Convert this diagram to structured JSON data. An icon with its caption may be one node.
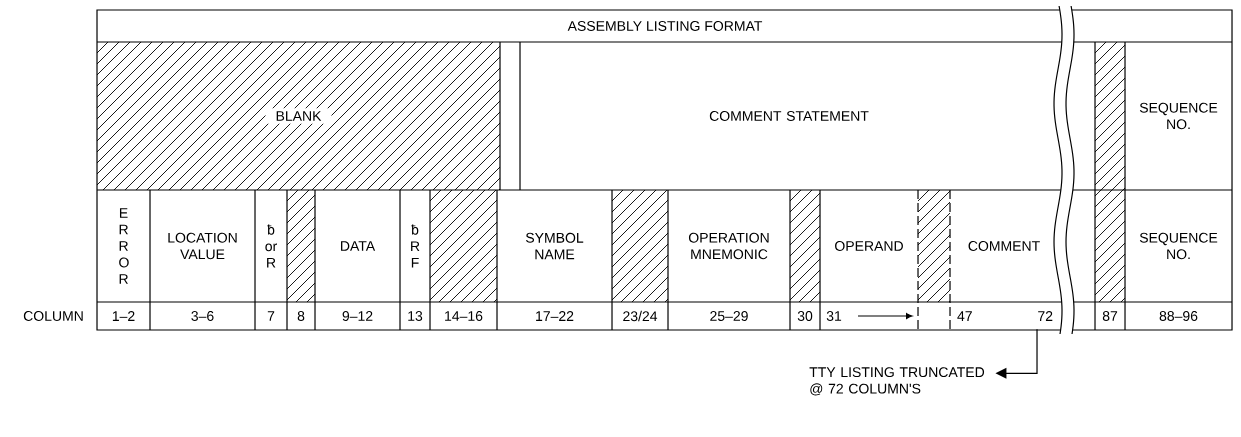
{
  "diagram": {
    "title": "ASSEMBLY LISTING FORMAT",
    "nodes": [
      {
        "text": [
          "47",
          "72"
        ]
      },
      {
        "text": [
          "TTY LISTING TRUNCATED @ 72 COLUMN'S"
        ]
      }
    ],
    "edges": [
      {
        "from": 0,
        "to": 1,
        "arrow": "to"
      }
    ],
    "labels": [
      "BLANK",
      "COMMENT STATEMENT",
      "SEQUENCE NO.",
      "E R R O R",
      "LOCATION VALUE",
      "ƀ or R",
      "DATA",
      "ƀ R F",
      "SYMBOL NAME",
      "OPERATION MNEMONIC",
      "OPERAND",
      "COMMENT",
      "SEQUENCE NO.",
      "COLUMN",
      "1–2",
      "3–6",
      "7",
      "8",
      "9–12",
      "13",
      "14–16",
      "17–22",
      "23/24",
      "25–29",
      "30",
      "31",
      "87",
      "88–96"
    ]
  }
}
